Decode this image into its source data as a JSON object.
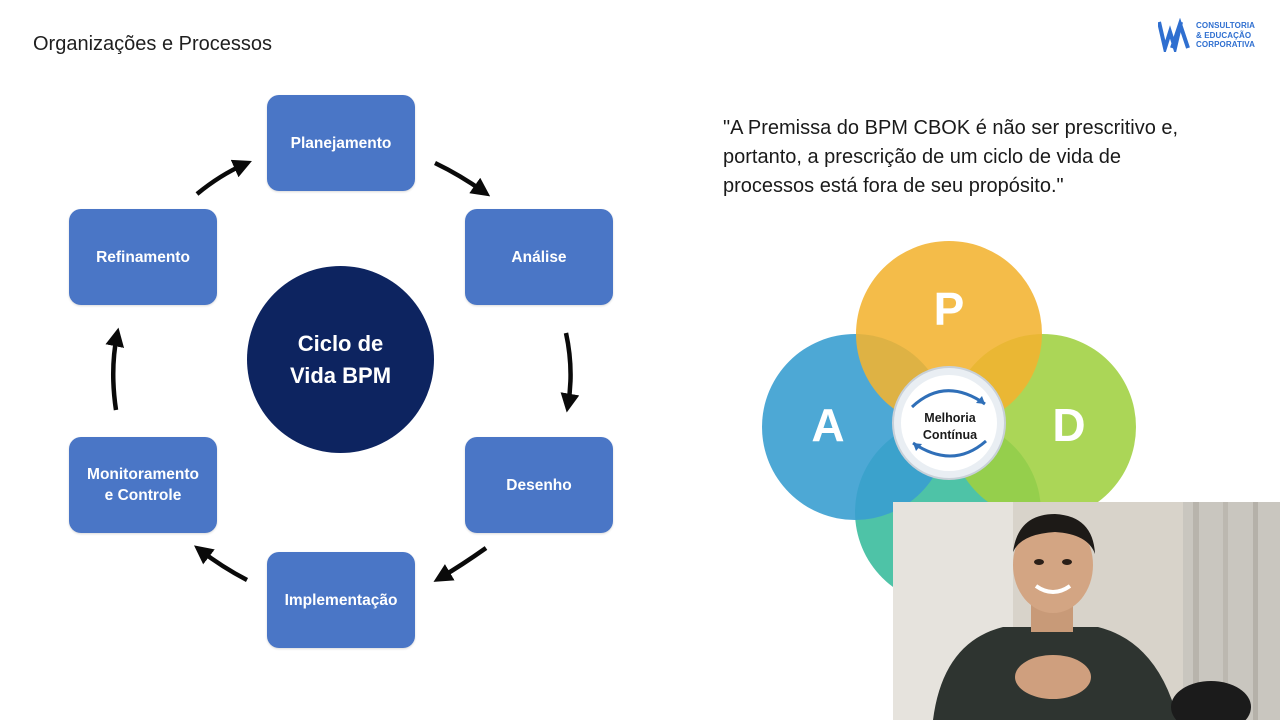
{
  "slide": {
    "title": "Organizações e Processos"
  },
  "logo": {
    "line1": "CONSULTORIA",
    "line2": "& EDUCAÇÃO",
    "line3": "CORPORATIVA",
    "icon": "wa-monogram-icon",
    "color": "#2f6fd0"
  },
  "cycle": {
    "center_label": "Ciclo de\nVida BPM",
    "steps": [
      "Planejamento",
      "Análise",
      "Desenho",
      "Implementação",
      "Monitoramento\ne Controle",
      "Refinamento"
    ],
    "step_color": "#4a76c6",
    "center_color": "#0d2460"
  },
  "quote": {
    "text": "\"A Premissa do BPM CBOK é não ser prescritivo e, portanto, a prescrição de um ciclo de vida de processos está fora de seu propósito.\""
  },
  "pdca": {
    "p": "P",
    "d": "D",
    "a": "A",
    "core_label": "Melhoria\nContínua",
    "colors": {
      "p": "#f2b330",
      "d": "#9fd040",
      "c": "#2fb898",
      "a": "#3a9fd0"
    }
  },
  "webcam": {
    "description_icon": "presenter-webcam-icon"
  }
}
